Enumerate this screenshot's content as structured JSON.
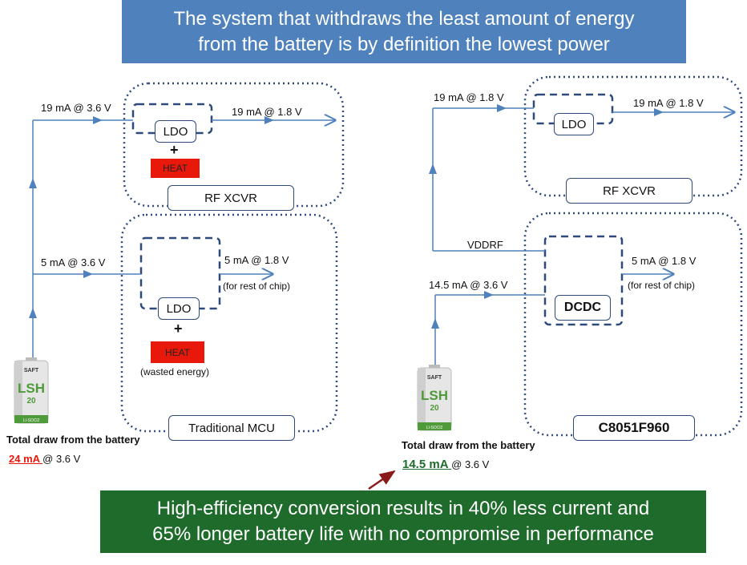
{
  "banner_top": {
    "line1": "The system that withdraws the least amount of energy",
    "line2": "from the battery is by definition the lowest power"
  },
  "banner_bottom": {
    "line1": "High-efficiency conversion results in 40% less current and",
    "line2": "65% longer battery life with no compromise in performance"
  },
  "left": {
    "rf_in": "19 mA @ 3.6 V",
    "rf_out": "19 mA @ 1.8 V",
    "rf_ldo": "LDO",
    "rf_plus": "+",
    "rf_heat": "HEAT",
    "rf_title": "RF XCVR",
    "mcu_in": "5 mA @ 3.6 V",
    "mcu_out": "5 mA @ 1.8 V",
    "mcu_out_note": "(for rest of chip)",
    "mcu_ldo": "LDO",
    "mcu_plus": "+",
    "mcu_heat": "HEAT",
    "mcu_heat_note": "(wasted energy)",
    "mcu_title": "Traditional MCU",
    "total_label": "Total draw from the battery",
    "total_value": "24 mA ",
    "total_voltage": "@ 3.6 V",
    "battery": {
      "brand": "SAFT",
      "model": "LSH",
      "size": "20",
      "sub": "LI-SOCl2"
    }
  },
  "right": {
    "rf_in": "19 mA @ 1.8 V",
    "rf_out": "19 mA @ 1.8 V",
    "rf_ldo": "LDO",
    "rf_title": "RF XCVR",
    "vddrf": "VDDRF",
    "mcu_in": "14.5 mA @ 3.6 V",
    "mcu_out": "5 mA @ 1.8 V",
    "mcu_out_note": "(for rest of chip)",
    "dcdc": "DCDC",
    "mcu_title": "C8051F960",
    "total_label": "Total draw from the battery",
    "total_value": "14.5 mA ",
    "total_voltage": "@ 3.6 V",
    "battery": {
      "brand": "SAFT",
      "model": "LSH",
      "size": "20",
      "sub": "LI-SOCl2"
    }
  },
  "colors": {
    "banner_top": "#4f81bd",
    "banner_bottom": "#1e6b2b",
    "line": "#4f81bd",
    "dotted": "#2e4a7a",
    "heat": "#e8190b",
    "bad_value": "#e8190b",
    "good_value": "#1e6b2b",
    "pointer_arrow": "#8b1a1a"
  }
}
